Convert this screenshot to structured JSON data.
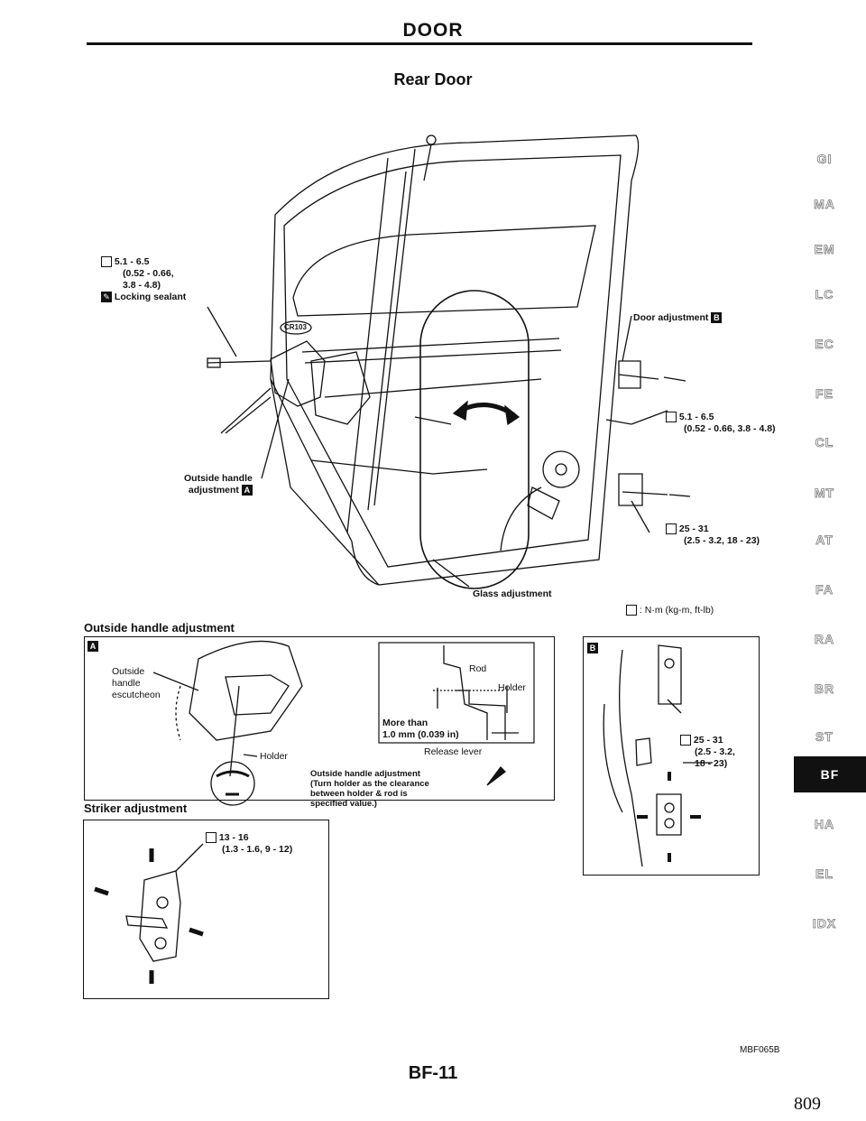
{
  "header": {
    "title": "DOOR",
    "subtitle": "Rear Door"
  },
  "main_diagram": {
    "tl_torque": "5.1 - 6.5",
    "tl_torque2": "(0.52 - 0.66,",
    "tl_torque3": "3.8 - 4.8)",
    "locking_sealant": "Locking sealant",
    "badge": "CR103",
    "outside_handle_adj": "Outside handle",
    "outside_handle_adj2": "adjustment",
    "outside_handle_tag": "A",
    "door_adjustment": "Door adjustment",
    "door_adjustment_tag": "B",
    "r_torque1": "5.1 - 6.5",
    "r_torque1b": "(0.52 - 0.66, 3.8 - 4.8)",
    "r_torque2": "25 - 31",
    "r_torque2b": "(2.5 - 3.2, 18 - 23)",
    "glass_adjustment": "Glass adjustment",
    "torque_unit": ": N·m (kg-m, ft-lb)"
  },
  "section_a": {
    "title": "Outside handle adjustment",
    "tag": "A",
    "escutcheon": [
      "Outside",
      "handle",
      "escutcheon"
    ],
    "holder": "Holder",
    "rod": "Rod",
    "holder2": "Holder",
    "more_than": "More than",
    "clearance": "1.0 mm (0.039 in)",
    "release_lever": "Release lever",
    "note1": "Outside handle adjustment",
    "note2": "(Turn holder as the clearance",
    "note3": "between holder & rod is",
    "note4": "specified value.)"
  },
  "section_b": {
    "tag": "B",
    "torque": "25 - 31",
    "torque2": "(2.5 - 3.2,",
    "torque3": "18 - 23)"
  },
  "striker": {
    "title": "Striker adjustment",
    "torque": "13 - 16",
    "torque2": "(1.3 - 1.6, 9 - 12)"
  },
  "nav": {
    "items": [
      "GI",
      "MA",
      "EM",
      "LC",
      "EC",
      "FE",
      "CL",
      "MT",
      "AT",
      "FA",
      "RA",
      "BR",
      "ST",
      "BF",
      "HA",
      "EL",
      "IDX"
    ],
    "active": "BF"
  },
  "footer": {
    "page_code": "BF-11",
    "figure_code": "MBF065B",
    "page_number": "809"
  }
}
